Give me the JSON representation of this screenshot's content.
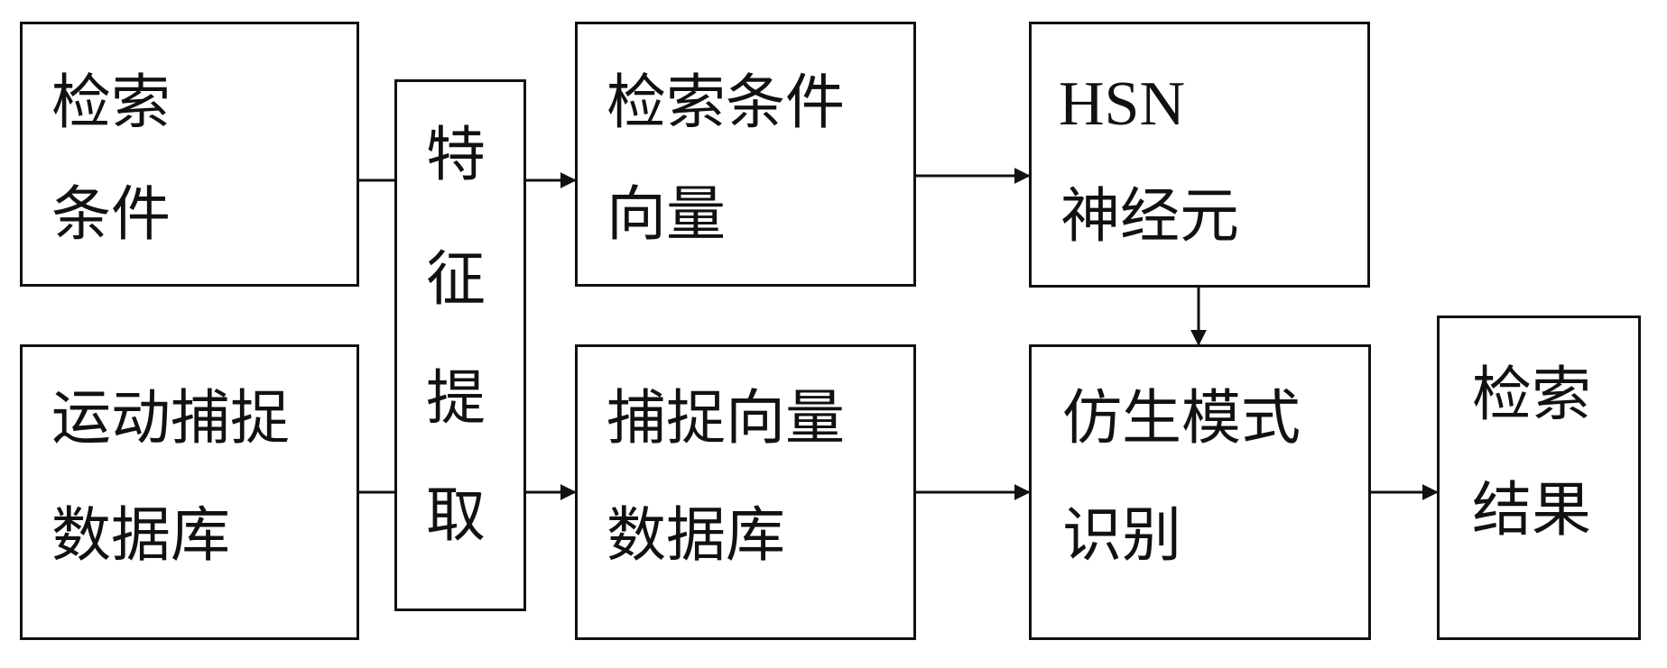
{
  "boxes": {
    "query_condition": [
      "检索",
      "条件"
    ],
    "motion_capture_db": [
      "运动捕捉",
      "数据库"
    ],
    "feature_extraction": [
      "特",
      "征",
      "提",
      "取"
    ],
    "query_vector": [
      "检索条件",
      "向量"
    ],
    "capture_vector_db": [
      "捕捉向量",
      "数据库"
    ],
    "hsn_neuron": [
      "HSN",
      "神经元"
    ],
    "bionic_recognition": [
      "仿生模式",
      "识别"
    ],
    "query_result": [
      "检索",
      "结果"
    ]
  },
  "colors": {
    "stroke": "#111111",
    "background": "#ffffff"
  }
}
